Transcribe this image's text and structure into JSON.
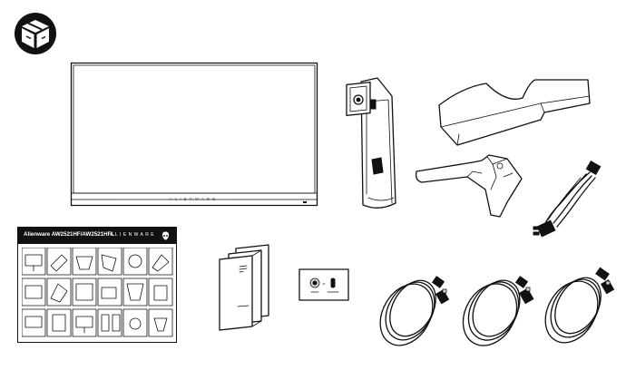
{
  "contents": {
    "box_icon": "box-icon",
    "monitor": {
      "brand_text": "ALIENWARE"
    },
    "quick_setup_guide": {
      "title": "Alienware AW2521HF/AW2521HFL",
      "brand": "ALIENWARE",
      "logo": "alien-head-logo"
    },
    "items": [
      "monitor",
      "stand-riser",
      "cable-cover",
      "stand-base",
      "power-cable",
      "documents",
      "regulatory-label",
      "cable-1",
      "cable-2",
      "cable-3"
    ]
  }
}
